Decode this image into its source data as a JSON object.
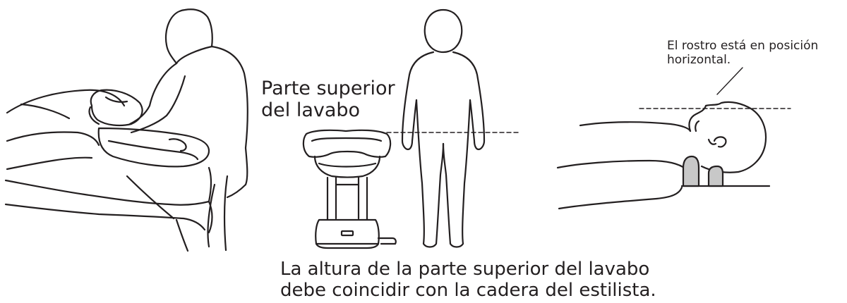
{
  "labels": {
    "sink_top": [
      "Parte superior",
      "del lavabo"
    ],
    "face_horizontal": [
      "El rostro está en posición",
      "horizontal."
    ],
    "caption": [
      "La altura de la parte superior del lavabo",
      "debe coincidir con la cadera del estilista."
    ]
  },
  "colors": {
    "line": "#231f20",
    "headrest_fill": "#c8c8c8"
  }
}
